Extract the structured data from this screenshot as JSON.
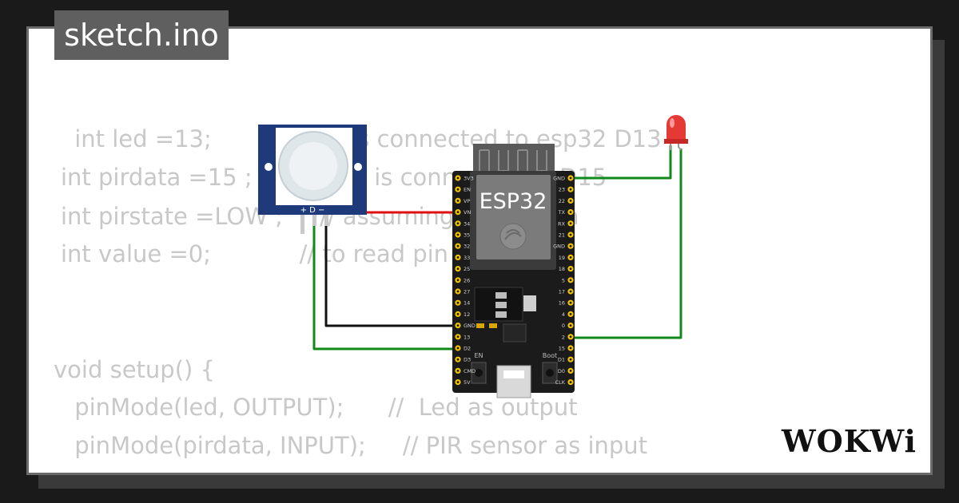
{
  "tab": {
    "title": "sketch.ino"
  },
  "code_lines": [
    " int led =13;          // led is connected to esp32 D13",
    "int pirdata =15 ;    // PIR D is connected to D15",
    "int pirstate =LOW ;     // assuming no motion",
    "int value =0;            // to read pin status",
    "void setup() {",
    " pinMode(led, OUTPUT);      //  Led as output",
    " pinMode(pirdata, INPUT);     // PIR sensor as input"
  ],
  "board": {
    "name": "ESP32",
    "left_pins": [
      "3V3",
      "EN",
      "VP",
      "VN",
      "34",
      "35",
      "32",
      "33",
      "25",
      "26",
      "27",
      "14",
      "12",
      "GND",
      "13",
      "D2",
      "D3",
      "CMD",
      "5V"
    ],
    "right_pins": [
      "GND",
      "23",
      "22",
      "TX",
      "RX",
      "21",
      "GND",
      "19",
      "18",
      "5",
      "17",
      "16",
      "4",
      "0",
      "2",
      "15",
      "D1",
      "D0",
      "CLK"
    ],
    "en_label": "EN",
    "boot_label": "Boot"
  },
  "pir": {
    "pin_labels": "+ D −"
  },
  "logo": {
    "text": "WOKWi"
  },
  "colors": {
    "card_bg": "#ffffff",
    "tab_bg": "#5f5f5f",
    "code_text": "#c8c8c8",
    "board": "#1b1b1b",
    "pir_pcb": "#1f3a7a",
    "wire_green": "#10891a",
    "wire_red": "#e01010",
    "wire_black": "#111111",
    "led_red": "#e53935"
  }
}
